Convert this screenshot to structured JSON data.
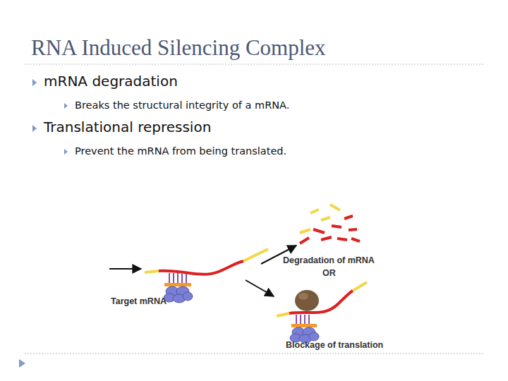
{
  "diagram": {
    "title": "RNA Induced Silencing Complex",
    "labels": [
      "mRNA degradation",
      "Breaks the structural integrity of a mRNA.",
      "Translational repression",
      "Prevent the mRNA from being translated.",
      "Target mRNA",
      "Degradation of mRNA",
      "OR",
      "Blockage of translation"
    ]
  }
}
